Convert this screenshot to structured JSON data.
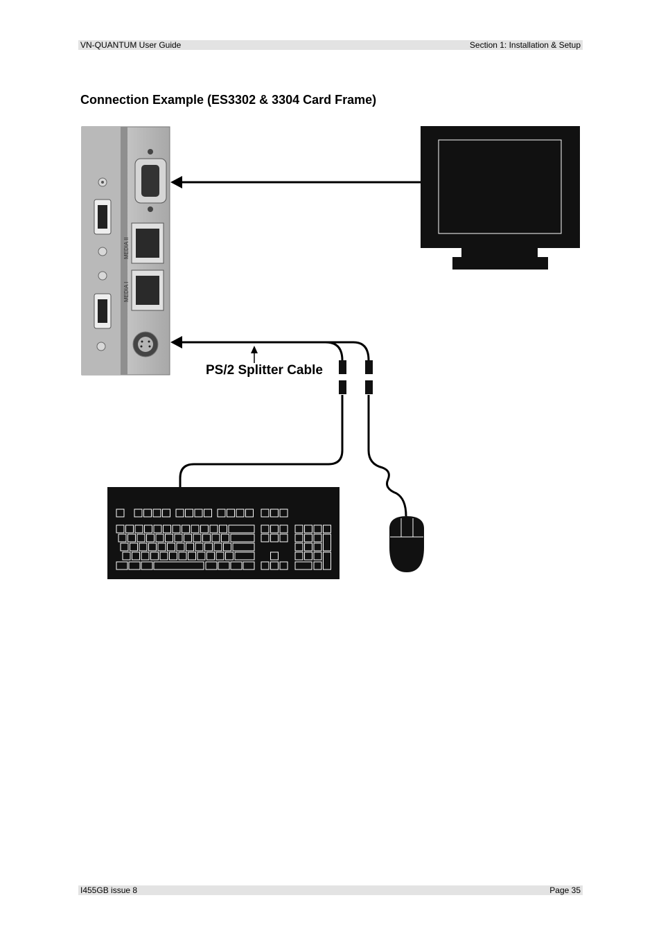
{
  "header": {
    "left": "VN-QUANTUM User Guide",
    "right": "Section 1: Installation & Setup"
  },
  "page": {
    "title": "Connection Example (ES3302 & 3304 Card Frame)"
  },
  "diagram": {
    "callout": "PS/2 Splitter Cable",
    "port_labels": {
      "media_2": "MEDIA II",
      "media_1": "MEDIA I"
    }
  },
  "footer": {
    "left": "I455GB issue 8",
    "right": "Page 35"
  }
}
